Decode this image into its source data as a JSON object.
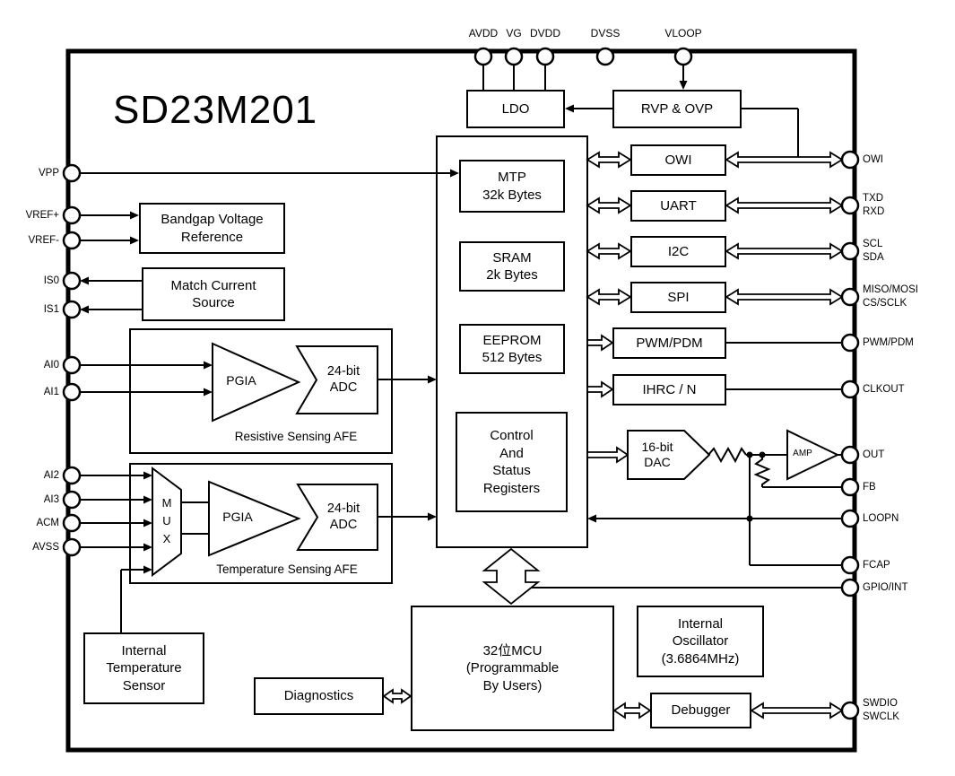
{
  "title": "SD23M201",
  "blocks": {
    "ldo": "LDO",
    "rvp_ovp": "RVP & OVP",
    "bandgap": "Bandgap Voltage\nReference",
    "match_current": "Match Current\nSource",
    "resistive_afe": "Resistive Sensing AFE",
    "temperature_afe": "Temperature Sensing AFE",
    "pgia_resistive": "PGIA",
    "adc_resistive": "24-bit\nADC",
    "pgia_temperature": "PGIA",
    "adc_temperature": "24-bit\nADC",
    "mux": "M\nU\nX",
    "temp_sensor": "Internal\nTemperature\nSensor",
    "mtp": "MTP\n32k Bytes",
    "sram": "SRAM\n2k Bytes",
    "eeprom": "EEPROM\n512 Bytes",
    "csr": "Control\nAnd\nStatus\nRegisters",
    "owi": "OWI",
    "uart": "UART",
    "i2c": "I2C",
    "spi": "SPI",
    "pwm_pdm": "PWM/PDM",
    "ihrc": "IHRC / N",
    "dac": "16-bit\nDAC",
    "amp": "AMP",
    "mcu": "32位MCU\n(Programmable\nBy Users)",
    "diagnostics": "Diagnostics",
    "oscillator": "Internal\nOscillator\n(3.6864MHz)",
    "debugger": "Debugger"
  },
  "pins": {
    "top": [
      "AVDD",
      "VG",
      "DVDD",
      "DVSS",
      "VLOOP"
    ],
    "left": [
      "VPP",
      "VREF+",
      "VREF-",
      "IS0",
      "IS1",
      "AI0",
      "AI1",
      "AI2",
      "AI3",
      "ACM",
      "AVSS"
    ],
    "right": [
      "OWI",
      "TXD\nRXD",
      "SCL\nSDA",
      "MISO/MOSI\nCS/SCLK",
      "PWM/PDM",
      "CLKOUT",
      "OUT",
      "FB",
      "LOOPN",
      "FCAP",
      "GPIO/INT",
      "SWDIO\nSWCLK"
    ]
  },
  "colors": {
    "line": "#000000",
    "background": "#ffffff"
  }
}
